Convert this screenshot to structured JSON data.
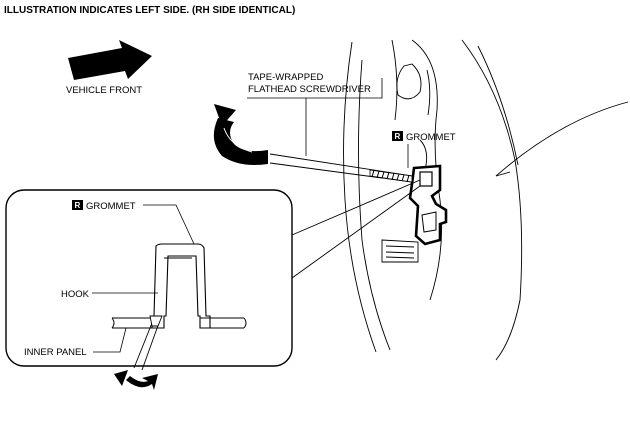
{
  "header": {
    "text": "ILLUSTRATION INDICATES LEFT SIDE. (RH SIDE IDENTICAL)"
  },
  "labels": {
    "vehicle_front": "VEHICLE FRONT",
    "tool_line1": "TAPE-WRAPPED",
    "tool_line2": "FLATHEAD SCREWDRIVER",
    "grommet_main": "GROMMET",
    "grommet_detail": "GROMMET",
    "hook": "HOOK",
    "inner_panel": "INNER PANEL"
  },
  "badges": {
    "replace_symbol": "R"
  }
}
